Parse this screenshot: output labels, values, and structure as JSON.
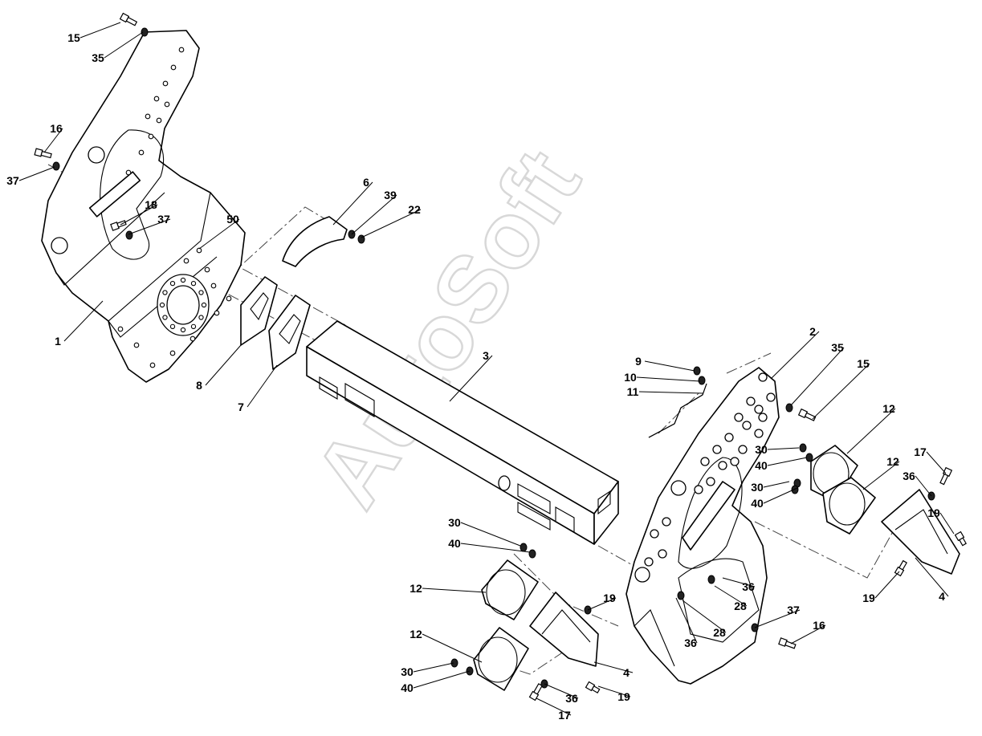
{
  "watermark": "AutoSoft",
  "callouts": [
    {
      "id": "c1",
      "text": "1"
    },
    {
      "id": "c2",
      "text": "2"
    },
    {
      "id": "c3",
      "text": "3"
    },
    {
      "id": "c4a",
      "text": "4"
    },
    {
      "id": "c4b",
      "text": "4"
    },
    {
      "id": "c6",
      "text": "6"
    },
    {
      "id": "c7",
      "text": "7"
    },
    {
      "id": "c8",
      "text": "8"
    },
    {
      "id": "c9",
      "text": "9"
    },
    {
      "id": "c10",
      "text": "10"
    },
    {
      "id": "c11",
      "text": "11"
    },
    {
      "id": "c12a",
      "text": "12"
    },
    {
      "id": "c12b",
      "text": "12"
    },
    {
      "id": "c12c",
      "text": "12"
    },
    {
      "id": "c12d",
      "text": "12"
    },
    {
      "id": "c15a",
      "text": "15"
    },
    {
      "id": "c15b",
      "text": "15"
    },
    {
      "id": "c16a",
      "text": "16"
    },
    {
      "id": "c16b",
      "text": "16"
    },
    {
      "id": "c17a",
      "text": "17"
    },
    {
      "id": "c17b",
      "text": "17"
    },
    {
      "id": "c18",
      "text": "18"
    },
    {
      "id": "c19a",
      "text": "19"
    },
    {
      "id": "c19b",
      "text": "19"
    },
    {
      "id": "c19c",
      "text": "19"
    },
    {
      "id": "c19d",
      "text": "19"
    },
    {
      "id": "c22",
      "text": "22"
    },
    {
      "id": "c28a",
      "text": "28"
    },
    {
      "id": "c28b",
      "text": "28"
    },
    {
      "id": "c30a",
      "text": "30"
    },
    {
      "id": "c30b",
      "text": "30"
    },
    {
      "id": "c30c",
      "text": "30"
    },
    {
      "id": "c30d",
      "text": "30"
    },
    {
      "id": "c35a",
      "text": "35"
    },
    {
      "id": "c35b",
      "text": "35"
    },
    {
      "id": "c36a",
      "text": "36"
    },
    {
      "id": "c36b",
      "text": "36"
    },
    {
      "id": "c36c",
      "text": "36"
    },
    {
      "id": "c36d",
      "text": "36"
    },
    {
      "id": "c37a",
      "text": "37"
    },
    {
      "id": "c37b",
      "text": "37"
    },
    {
      "id": "c37c",
      "text": "37"
    },
    {
      "id": "c39",
      "text": "39"
    },
    {
      "id": "c40a",
      "text": "40"
    },
    {
      "id": "c40b",
      "text": "40"
    },
    {
      "id": "c40c",
      "text": "40"
    },
    {
      "id": "c40d",
      "text": "40"
    },
    {
      "id": "c50",
      "text": "50"
    }
  ]
}
